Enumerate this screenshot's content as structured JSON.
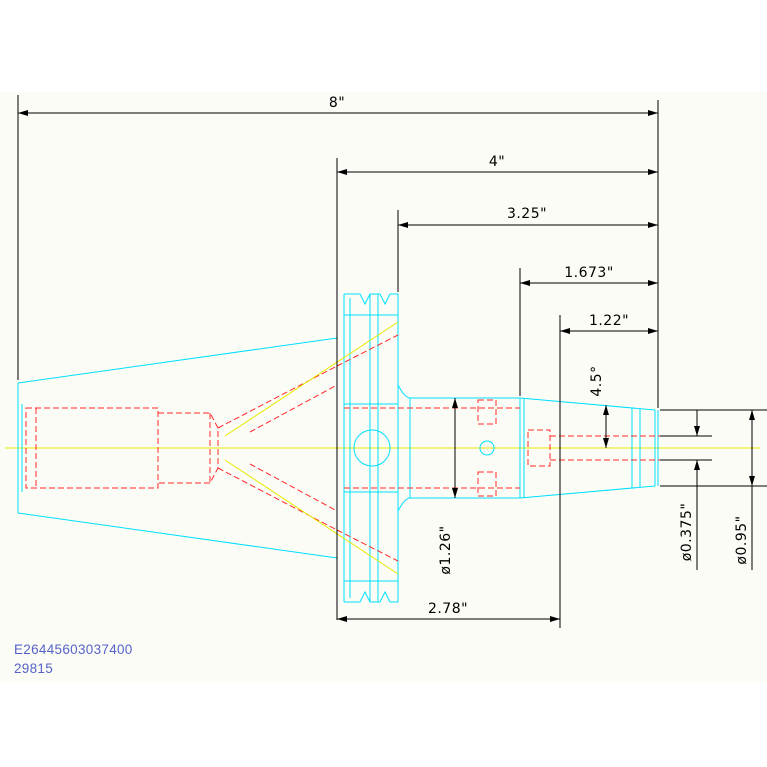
{
  "drawing": {
    "dimensions": {
      "overall_length": "8\"",
      "flange_to_tip": "4\"",
      "body_to_tip": "3.25\"",
      "bore_to_tip": "1.673\"",
      "tip_segment": "1.22\"",
      "taper_angle": "4.5°",
      "flange_to_bore": "2.78\"",
      "bore_diameter": "ø1.26\"",
      "tip_bore_diameter": "ø0.375\"",
      "tip_outer_diameter": "ø0.95\""
    },
    "part_number": "E26445603037400",
    "part_code": "29815",
    "colors": {
      "outline": "#00e0ff",
      "hidden_lines": "#ff2a2a",
      "centerline": "#e8e800",
      "dimensions": "#000000",
      "text": "#5563c9"
    }
  }
}
